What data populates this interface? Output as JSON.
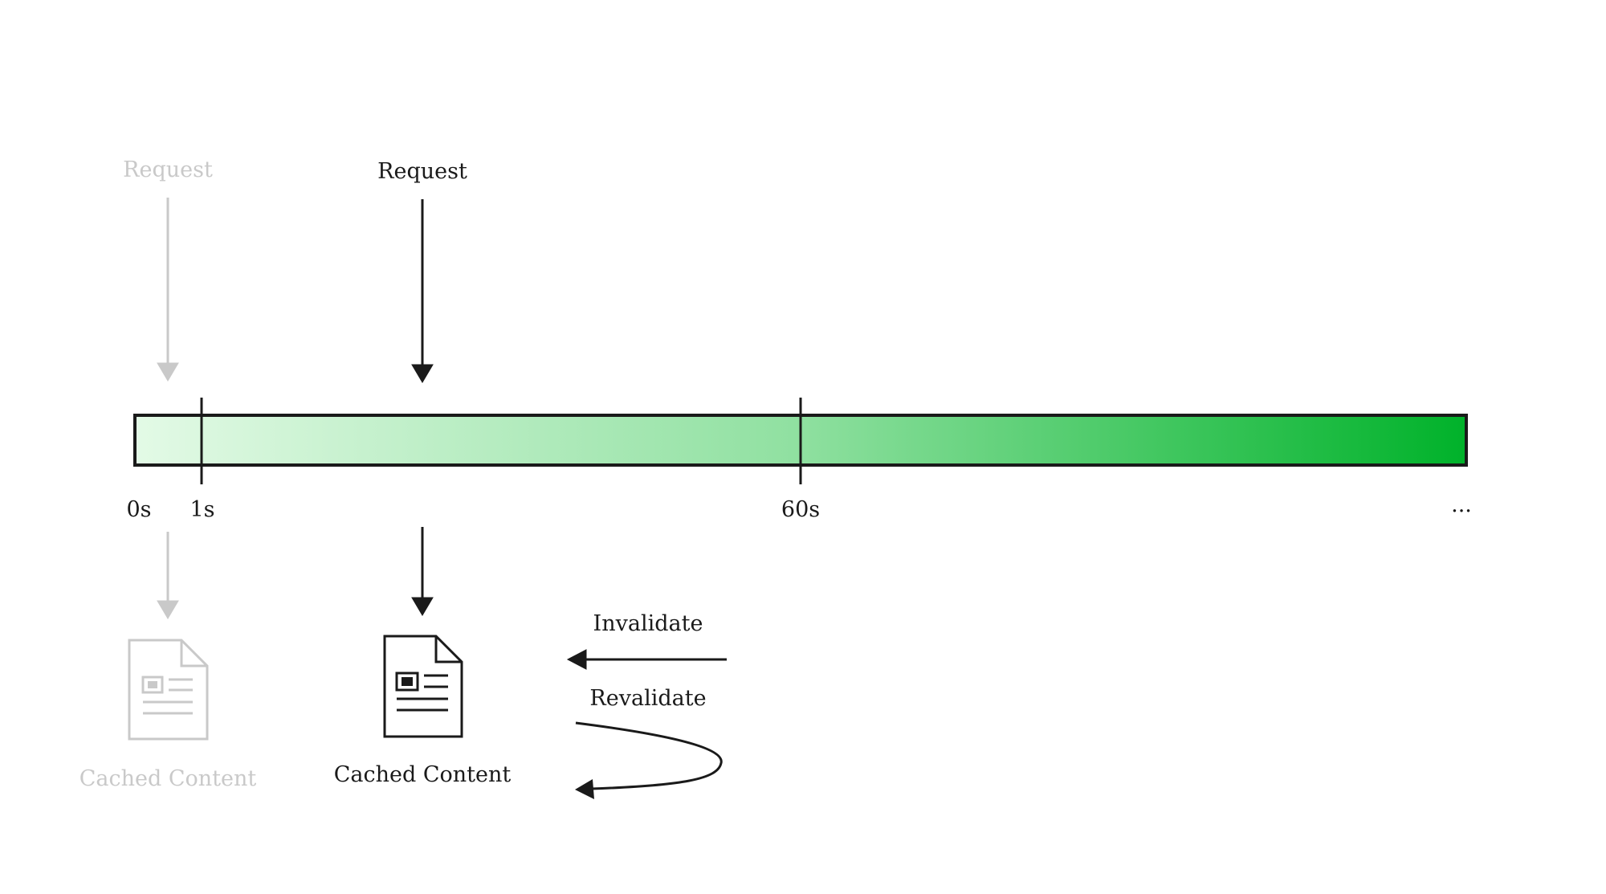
{
  "past_request": {
    "label": "Request",
    "content_label": "Cached Content"
  },
  "current_request": {
    "label": "Request",
    "content_label": "Cached Content"
  },
  "timeline": {
    "ticks": [
      {
        "label": "0s"
      },
      {
        "label": "1s"
      },
      {
        "label": "60s"
      },
      {
        "label": "..."
      }
    ],
    "gradient_start_color": "#e3fae6",
    "gradient_end_color": "#00b22a"
  },
  "actions": {
    "invalidate_label": "Invalidate",
    "revalidate_label": "Revalidate"
  },
  "colors": {
    "ink": "#1a1a1a",
    "faded": "#c9c9c9"
  },
  "icons": {
    "document": "document-icon"
  }
}
